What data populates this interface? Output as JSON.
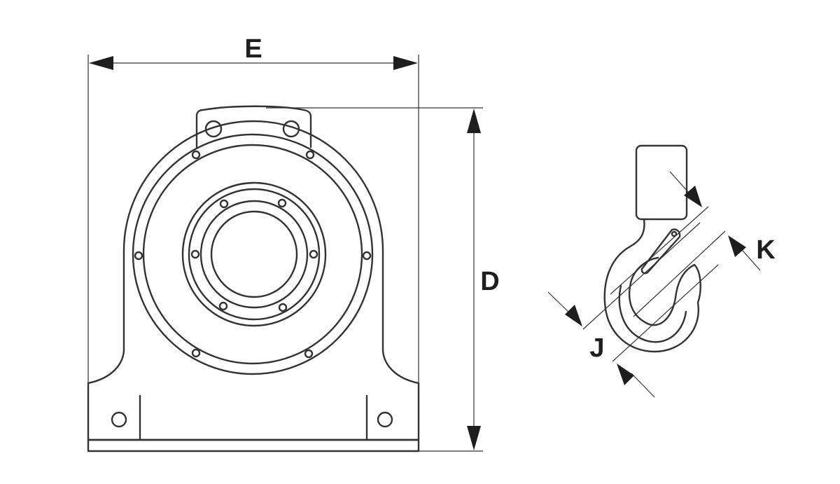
{
  "diagram": {
    "labels": {
      "width": "E",
      "height": "D",
      "hook_throat": "K",
      "hook_bore": "J"
    },
    "colors": {
      "line": "#333333",
      "arrow": "#1e1e1e",
      "background": "#ffffff"
    }
  }
}
